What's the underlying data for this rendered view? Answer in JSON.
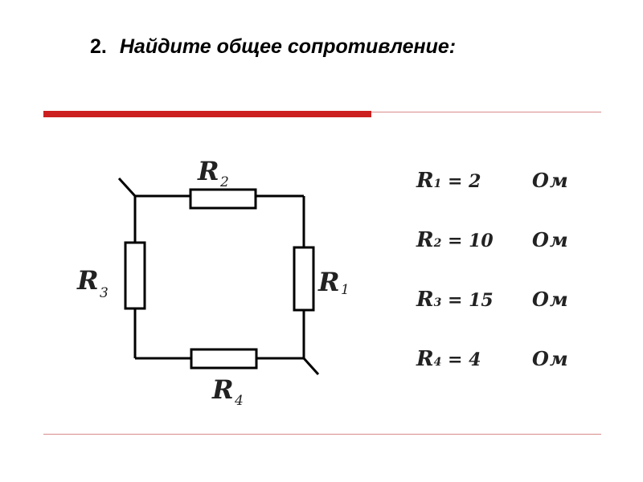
{
  "title": {
    "number": "2.",
    "text": "Найдите общее сопротивление:"
  },
  "diagram": {
    "resistor_labels": {
      "r1": {
        "letter": "R",
        "index": "1"
      },
      "r2": {
        "letter": "R",
        "index": "2"
      },
      "r3": {
        "letter": "R",
        "index": "3"
      },
      "r4": {
        "letter": "R",
        "index": "4"
      }
    }
  },
  "values": [
    {
      "letter": "R",
      "index": "1",
      "eq": "= 2",
      "unit": "Ом"
    },
    {
      "letter": "R",
      "index": "2",
      "eq": "= 10",
      "unit": "Ом"
    },
    {
      "letter": "R",
      "index": "3",
      "eq": "= 15",
      "unit": "Ом"
    },
    {
      "letter": "R",
      "index": "4",
      "eq": "= 4",
      "unit": "Ом"
    }
  ],
  "colors": {
    "accent_bar": "#cc1f1f",
    "thin_line": "#d98a8a",
    "wire": "#000000"
  }
}
